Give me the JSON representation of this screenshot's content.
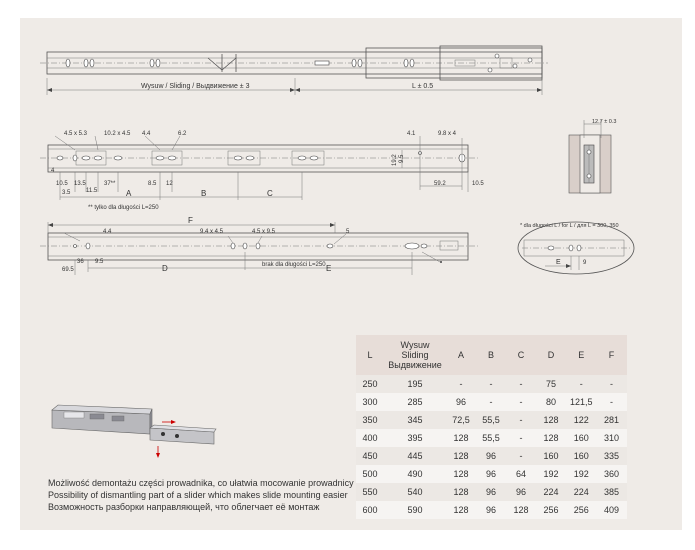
{
  "top_view": {
    "sliding_label": "Wysuw / Sliding / Выдвижение ± 3",
    "length_label": "L ± 0.5"
  },
  "mid_view": {
    "dims": {
      "d1": "4.5 x 5.3",
      "d2": "10.2 x 4.5",
      "d3": "4.4",
      "d4": "6.2",
      "d5": "4.1",
      "d6": "9.8 x 4",
      "d7": "4",
      "b1": "10.5",
      "b2": "13.5",
      "b3": "3.5",
      "b4": "11.5",
      "b5": "37**",
      "b6": "8.5",
      "b7": "12",
      "r1": "19.2",
      "r2": "9.5",
      "r3": "59.2",
      "r4": "10.5"
    },
    "letter_a": "A",
    "letter_b": "B",
    "letter_c": "C",
    "footnote": "** tylko dla długości L=250"
  },
  "bottom_view": {
    "letter_f": "F",
    "letter_d": "D",
    "letter_e": "E",
    "d_44": "4.4",
    "d_94": "9.4 x 4.5",
    "d_45": "4.5 x 9.5",
    "d_5": "5",
    "d_695": "69.5",
    "d_36": "36",
    "d_95": "9.5",
    "note": "brak dla długości L=250"
  },
  "section_view": {
    "width": "12.7 ± 0.3"
  },
  "detail_view": {
    "note": "* dla długości L / for L / для L = 300, 350",
    "e_label": "E",
    "d_label": "9"
  },
  "caption": {
    "pl": "Możliwość demontażu części prowadnika, co ułatwia mocowanie prowadnicy",
    "en": "Possibility of dismantling part of a slider which makes slide mounting easier",
    "ru": "Возможность разборки направляющей, что облегчает её монтаж"
  },
  "table": {
    "headers": [
      "L",
      "Wysuw\nSliding\nВыдвижение",
      "A",
      "B",
      "C",
      "D",
      "E",
      "F"
    ],
    "rows": [
      [
        "250",
        "195",
        "-",
        "-",
        "-",
        "75",
        "-",
        "-"
      ],
      [
        "300",
        "285",
        "96",
        "-",
        "-",
        "80",
        "121,5",
        "-"
      ],
      [
        "350",
        "345",
        "72,5",
        "55,5",
        "-",
        "128",
        "122",
        "281"
      ],
      [
        "400",
        "395",
        "128",
        "55,5",
        "-",
        "128",
        "160",
        "310"
      ],
      [
        "450",
        "445",
        "128",
        "96",
        "-",
        "160",
        "160",
        "335"
      ],
      [
        "500",
        "490",
        "128",
        "96",
        "64",
        "192",
        "192",
        "360"
      ],
      [
        "550",
        "540",
        "128",
        "96",
        "96",
        "224",
        "224",
        "385"
      ],
      [
        "600",
        "590",
        "128",
        "96",
        "128",
        "256",
        "256",
        "409"
      ]
    ]
  }
}
